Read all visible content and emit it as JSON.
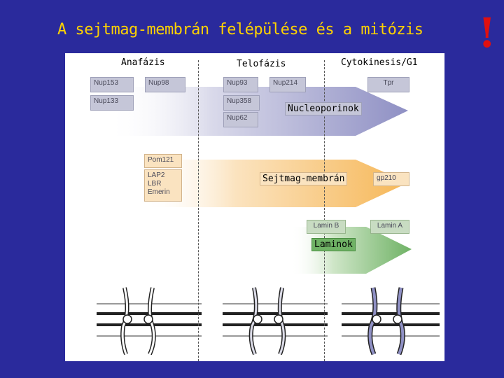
{
  "slide": {
    "title": "A sejtmag-membrán felépülése  és a mitózis",
    "exclaim": "!"
  },
  "phases": {
    "anaphase": "Anafázis",
    "telophase": "Telofázis",
    "cytokinesis": "Cytokinesis/G1"
  },
  "nucleoporins": {
    "label": "Nucleoporinok",
    "boxes": [
      "Nup153",
      "Nup98",
      "Nup93",
      "Nup214",
      "Tpr",
      "Nup133",
      "Nup358",
      "Nup62"
    ]
  },
  "membrane": {
    "label": "Sejtmag-membrán",
    "pom": "Pom121",
    "lap_lines": [
      "LAP2",
      "LBR",
      "Emerin"
    ],
    "gp": "gp210"
  },
  "lamins": {
    "label": "Laminok",
    "lamin_b": "Lamin B",
    "lamin_a": "Lamin A"
  },
  "colors": {
    "background": "#2a2a9c",
    "title": "#ffd200",
    "exclaim": "#e01010",
    "nucleoporin_arrow": "#8f90c4",
    "membrane_arrow": "#f6b757",
    "lamin_arrow": "#6fb265"
  }
}
